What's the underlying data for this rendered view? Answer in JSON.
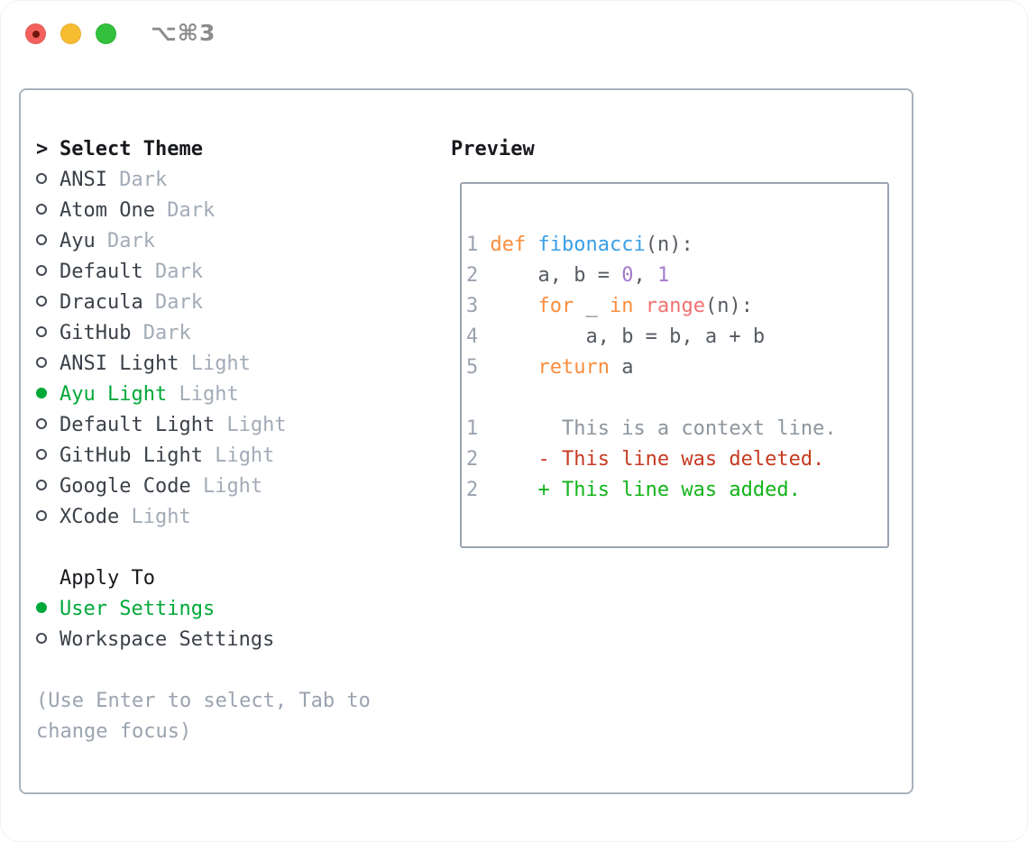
{
  "window": {
    "title": "⌥⌘3",
    "buttons": {
      "close": "close-button",
      "minimize": "minimize-button",
      "zoom": "zoom-button"
    }
  },
  "theme_list": {
    "prompt": ">",
    "header": "Select Theme",
    "items": [
      {
        "name": "ANSI",
        "variant": "Dark",
        "selected": false
      },
      {
        "name": "Atom One",
        "variant": "Dark",
        "selected": false
      },
      {
        "name": "Ayu",
        "variant": "Dark",
        "selected": false
      },
      {
        "name": "Default",
        "variant": "Dark",
        "selected": false
      },
      {
        "name": "Dracula",
        "variant": "Dark",
        "selected": false
      },
      {
        "name": "GitHub",
        "variant": "Dark",
        "selected": false
      },
      {
        "name": "ANSI Light",
        "variant": "Light",
        "selected": false
      },
      {
        "name": "Ayu Light",
        "variant": "Light",
        "selected": true
      },
      {
        "name": "Default Light",
        "variant": "Light",
        "selected": false
      },
      {
        "name": "GitHub Light",
        "variant": "Light",
        "selected": false
      },
      {
        "name": "Google Code",
        "variant": "Light",
        "selected": false
      },
      {
        "name": "XCode",
        "variant": "Light",
        "selected": false
      }
    ]
  },
  "apply_to": {
    "header": "Apply To",
    "options": [
      {
        "label": "User Settings",
        "selected": true
      },
      {
        "label": "Workspace Settings",
        "selected": false
      }
    ]
  },
  "help": {
    "line1": "(Use Enter to select, Tab to",
    "line2": "change focus)"
  },
  "preview": {
    "header": "Preview",
    "lines": [
      {
        "num": "1",
        "tokens": [
          {
            "text": "def ",
            "cls": "kw"
          },
          {
            "text": "fibonacci",
            "cls": "fn"
          },
          {
            "text": "(n):",
            "cls": "tx"
          }
        ]
      },
      {
        "num": "2",
        "tokens": [
          {
            "text": "    a, b = ",
            "cls": "tx"
          },
          {
            "text": "0",
            "cls": "cn"
          },
          {
            "text": ", ",
            "cls": "tx"
          },
          {
            "text": "1",
            "cls": "cn"
          }
        ]
      },
      {
        "num": "3",
        "tokens": [
          {
            "text": "    ",
            "cls": "tx"
          },
          {
            "text": "for",
            "cls": "kw"
          },
          {
            "text": " _ ",
            "cls": "tx"
          },
          {
            "text": "in",
            "cls": "kw"
          },
          {
            "text": " ",
            "cls": "tx"
          },
          {
            "text": "range",
            "cls": "call"
          },
          {
            "text": "(n):",
            "cls": "tx"
          }
        ]
      },
      {
        "num": "4",
        "tokens": [
          {
            "text": "        a, b = b, a + b",
            "cls": "tx"
          }
        ]
      },
      {
        "num": "5",
        "tokens": [
          {
            "text": "    ",
            "cls": "tx"
          },
          {
            "text": "return",
            "cls": "kw"
          },
          {
            "text": " a",
            "cls": "tx"
          }
        ]
      },
      {
        "num": "",
        "tokens": []
      },
      {
        "num": "1",
        "tokens": [
          {
            "text": "      This is a context line.",
            "cls": "ctx"
          }
        ]
      },
      {
        "num": "2",
        "tokens": [
          {
            "text": "    - This line was deleted.",
            "cls": "del"
          }
        ]
      },
      {
        "num": "2",
        "tokens": [
          {
            "text": "    + This line was added.",
            "cls": "add"
          }
        ]
      }
    ]
  },
  "colors": {
    "ui_green": "#00a838",
    "keyword_orange": "#fa8d3e",
    "function_blue": "#399ee6",
    "constant_purple": "#a37acc",
    "call_coral": "#f07171",
    "diff_deleted_red": "#c63a21",
    "diff_added_green": "#12b31a",
    "muted_gray": "#a2abb7",
    "panel_border": "#a9b2bd"
  }
}
